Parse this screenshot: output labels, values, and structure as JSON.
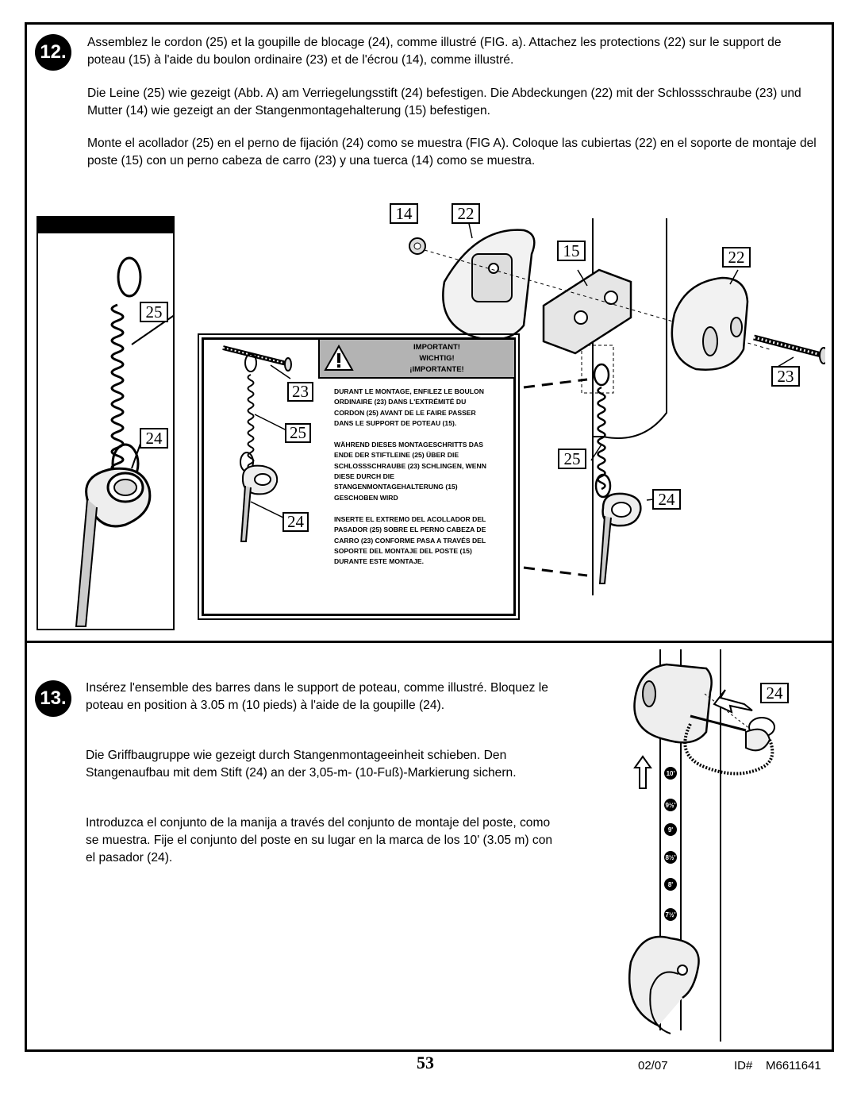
{
  "step12": {
    "number": "12.",
    "fr": "Assemblez le cordon (25) et la goupille de blocage (24), comme illustré (FIG. a). Attachez les protections (22) sur le support de poteau (15) à l'aide du boulon ordinaire (23) et de l'écrou (14), comme illustré.",
    "de": "Die Leine (25) wie gezeigt (Abb. A) am Verriegelungsstift (24) befestigen. Die Abdeckungen (22) mit der Schlossschraube (23) und Mutter (14) wie gezeigt an der Stangenmontagehalterung (15) befestigen.",
    "es": "Monte el acollador (25) en el perno de fijación (24) como se muestra (FIG A). Coloque las cubiertas (22) en el soporte de montaje del poste (15) con un perno cabeza de carro (23) y una tuerca (14) como se muestra.",
    "fig_a_labels": {
      "cord": "25",
      "pin": "24"
    },
    "main_labels": {
      "nut": "14",
      "cover_left": "22",
      "bracket": "15",
      "cover_right": "22",
      "bolt": "23",
      "cord": "25",
      "pin": "24"
    },
    "warning": {
      "labels": {
        "bolt": "23",
        "cord": "25",
        "pin": "24"
      },
      "title1": "IMPORTANT!",
      "title2": "WICHTIG!",
      "title3": "¡IMPORTANTE!",
      "fr": "DURANT LE MONTAGE, ENFILEZ LE BOULON ORDINAIRE (23) DANS L'EXTRÉMITÉ DU CORDON (25) AVANT DE LE FAIRE PASSER DANS LE SUPPORT DE POTEAU (15).",
      "de": "WÄHREND DIESES MONTAGESCHRITTS DAS ENDE DER STIFTLEINE (25) ÜBER DIE SCHLOSSSCHRAUBE (23) SCHLINGEN, WENN DIESE DURCH DIE STANGENMONTAGEHALTERUNG (15) GESCHOBEN WIRD",
      "es": "INSERTE EL EXTREMO DEL ACOLLADOR DEL PASADOR (25) SOBRE EL PERNO CABEZA DE CARRO (23) CONFORME PASA A TRAVÉS DEL SOPORTE DEL MONTAJE DEL POSTE (15) DURANTE ESTE MONTAJE."
    }
  },
  "step13": {
    "number": "13.",
    "fr": "Insérez l'ensemble des barres dans le support de poteau, comme illustré. Bloquez le poteau en position à 3.05 m (10 pieds) à l'aide de la goupille (24).",
    "de": "Die Griffbaugruppe wie gezeigt durch Stangenmontageeinheit schieben. Den Stangenaufbau mit dem Stift (24) an der 3,05-m- (10-Fuß)-Markierung sichern.",
    "es": "Introduzca el conjunto de la manija a través del conjunto de montaje del poste, como se muestra. Fije el conjunto del poste en su lugar en la marca de los 10' (3.05 m) con el pasador (24).",
    "label_pin": "24",
    "height_marks": [
      "10'",
      "9½'",
      "9'",
      "8½'",
      "8'",
      "7½'"
    ]
  },
  "footer": {
    "page": "53",
    "date": "02/07",
    "id_label": "ID#",
    "id_value": "M6611641"
  }
}
